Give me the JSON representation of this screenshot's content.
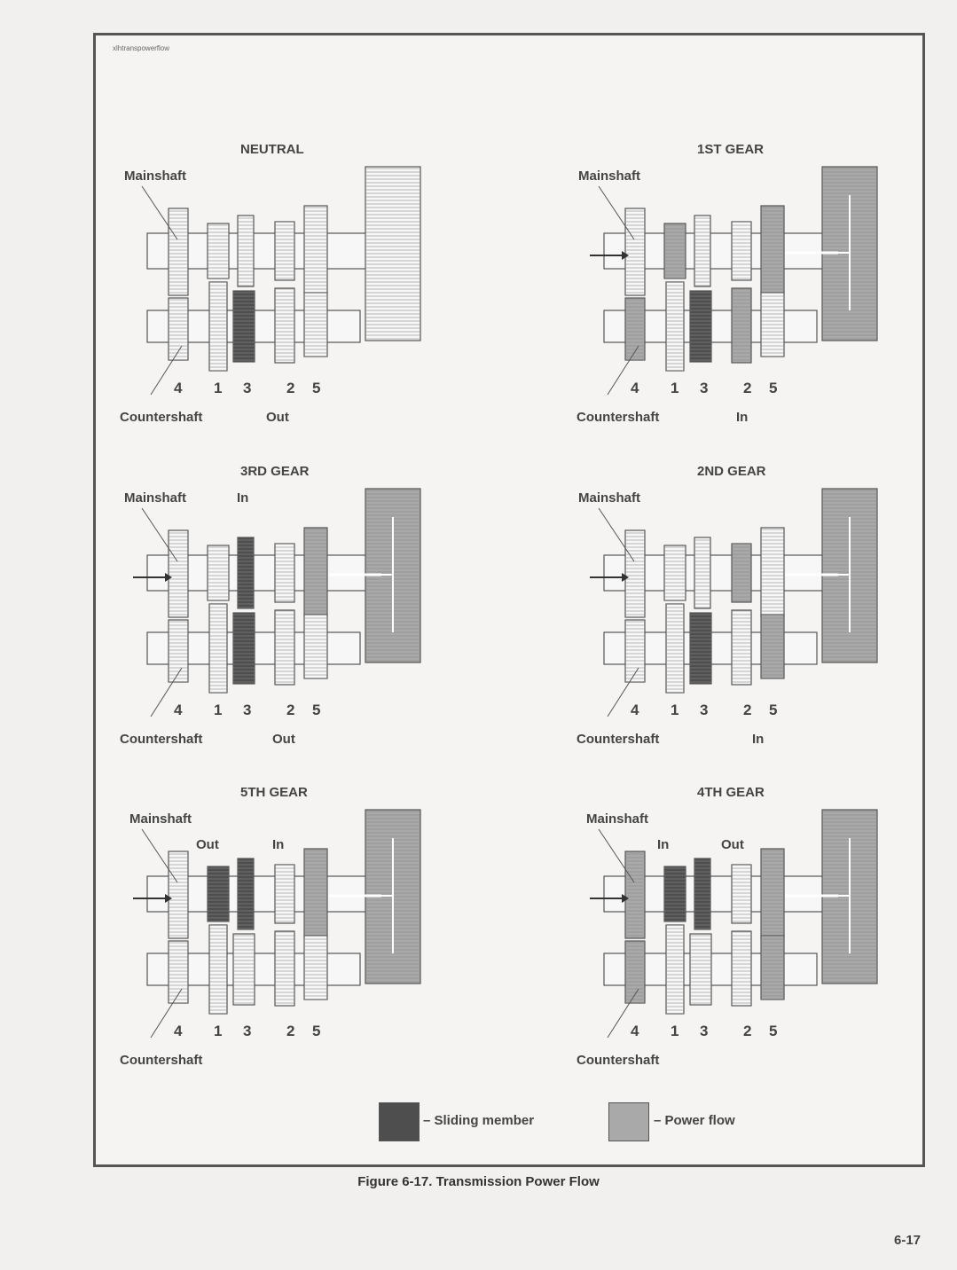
{
  "figure_id": "xlhtranspowerflow",
  "caption": "Figure 6-17. Transmission Power Flow",
  "page_number": "6-17",
  "common_labels": {
    "mainshaft": "Mainshaft",
    "countershaft": "Countershaft",
    "gear_numbers": [
      "4",
      "1",
      "3",
      "2",
      "5"
    ]
  },
  "panels": [
    {
      "title": "NEUTRAL",
      "labels": [
        "Out"
      ]
    },
    {
      "title": "1ST GEAR",
      "labels": [
        "In"
      ]
    },
    {
      "title": "3RD GEAR",
      "labels": [
        "In",
        "Out"
      ]
    },
    {
      "title": "2ND GEAR",
      "labels": [
        "In"
      ]
    },
    {
      "title": "5TH GEAR",
      "labels": [
        "Out",
        "In"
      ]
    },
    {
      "title": "4TH GEAR",
      "labels": [
        "In",
        "Out"
      ]
    }
  ],
  "legend": {
    "sliding_member": "– Sliding member",
    "power_flow": "– Power flow",
    "colors": {
      "sliding_member": "#4e4e4e",
      "power_flow": "#a9a9a9",
      "idle": "#f7f7f7"
    }
  }
}
